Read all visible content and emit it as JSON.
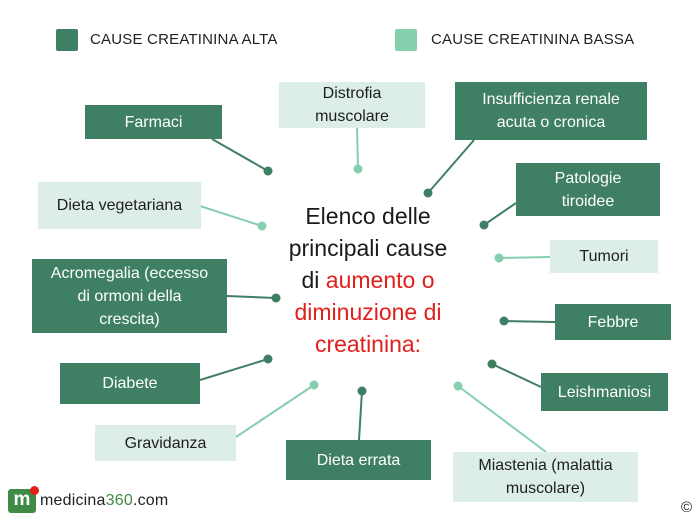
{
  "legend": {
    "high": {
      "label": "CAUSE CREATININA ALTA",
      "color": "#3f7f63"
    },
    "low": {
      "label": "CAUSE CREATININA BASSA",
      "color": "#86cfae"
    }
  },
  "center": {
    "line1": "Elenco delle",
    "line2": "principali cause",
    "line3_prefix": "di",
    "line3_red": "aumento o",
    "line4_red": "diminuzione di",
    "line5_red": "creatinina:"
  },
  "causes": {
    "farmaci": {
      "label": "Farmaci",
      "type": "alta"
    },
    "distrofia": {
      "line1": "Distrofia",
      "line2": "muscolare",
      "type": "bassa"
    },
    "insufficienza": {
      "line1": "Insufficienza renale",
      "line2": "acuta o cronica",
      "type": "alta"
    },
    "dieta_vegetariana": {
      "label": "Dieta vegetariana",
      "type": "bassa"
    },
    "patologie": {
      "line1": "Patologie",
      "line2": "tiroidee",
      "type": "alta"
    },
    "tumori": {
      "label": "Tumori",
      "type": "bassa"
    },
    "acromegalia": {
      "line1": "Acromegalia (eccesso",
      "line2": "di ormoni della",
      "line3": "crescita)",
      "type": "alta"
    },
    "febbre": {
      "label": "Febbre",
      "type": "alta"
    },
    "diabete": {
      "label": "Diabete",
      "type": "alta"
    },
    "leishmaniosi": {
      "label": "Leishmaniosi",
      "type": "alta"
    },
    "gravidanza": {
      "label": "Gravidanza",
      "type": "bassa"
    },
    "dieta_errata": {
      "label": "Dieta errata",
      "type": "alta"
    },
    "miastenia": {
      "line1": "Miastenia (malattia",
      "line2": "muscolare)",
      "type": "bassa"
    }
  },
  "branding": {
    "logo_letter": "m",
    "site_prefix": "medicina",
    "site_number": "360",
    "site_suffix": ".com",
    "copyright": "©"
  }
}
